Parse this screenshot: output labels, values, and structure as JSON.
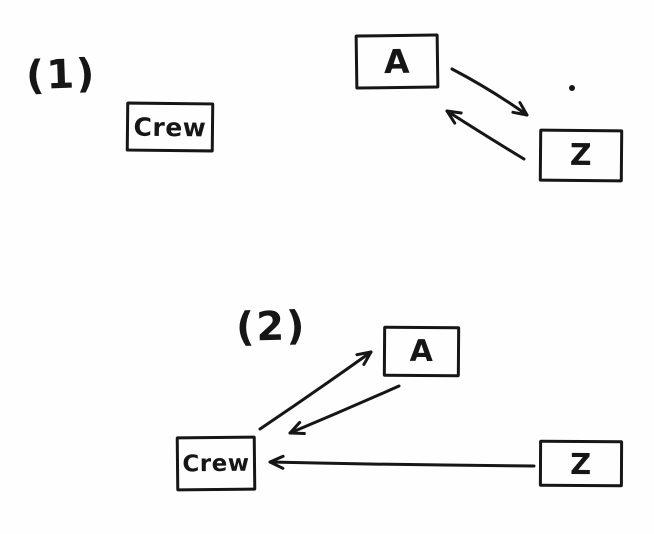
{
  "sections": [
    {
      "label": "(1)",
      "nodes": {
        "crew": "Crew",
        "a": "A",
        "z": "Z"
      }
    },
    {
      "label": "(2)",
      "nodes": {
        "crew": "Crew",
        "a": "A",
        "z": "Z"
      }
    }
  ]
}
